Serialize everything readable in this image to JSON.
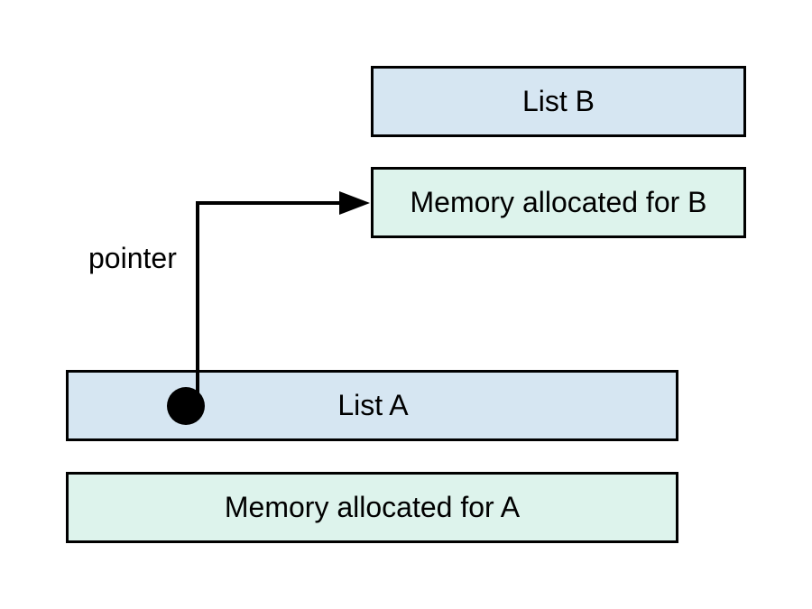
{
  "colors": {
    "list_fill": "#d6e6f2",
    "memory_fill": "#ddf3ec",
    "stroke": "#000000"
  },
  "boxes": {
    "list_b": "List B",
    "memory_b": "Memory allocated for B",
    "list_a": "List A",
    "memory_a": "Memory allocated for A"
  },
  "pointer": {
    "label": "pointer",
    "from": "List A",
    "to": "Memory allocated for B"
  }
}
